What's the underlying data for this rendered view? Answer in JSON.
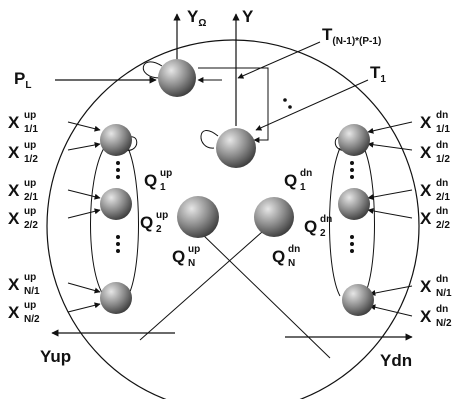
{
  "colors": {
    "node_light": "#e6e6e6",
    "node_dark": "#3a3a3a",
    "ink": "#111111",
    "background": "#ffffff"
  },
  "labels": {
    "y_omega": {
      "main": "Y",
      "sub": "Ω"
    },
    "y": {
      "main": "Y"
    },
    "t_top": {
      "main": "T",
      "sub": "(N-1)*(P-1)"
    },
    "t1": {
      "main": "T",
      "sub": "1"
    },
    "p_l": {
      "main": "P",
      "sub": "L"
    },
    "x_up_11": {
      "main": "X",
      "sup": "up",
      "sub": "1/1"
    },
    "x_up_12": {
      "main": "X",
      "sup": "up",
      "sub": "1/2"
    },
    "x_up_21": {
      "main": "X",
      "sup": "up",
      "sub": "2/1"
    },
    "x_up_22": {
      "main": "X",
      "sup": "up",
      "sub": "2/2"
    },
    "x_up_n1": {
      "main": "X",
      "sup": "up",
      "sub": "N/1"
    },
    "x_up_n2": {
      "main": "X",
      "sup": "up",
      "sub": "N/2"
    },
    "x_dn_11": {
      "main": "X",
      "sup": "dn",
      "sub": "1/1"
    },
    "x_dn_12": {
      "main": "X",
      "sup": "dn",
      "sub": "1/2"
    },
    "x_dn_21": {
      "main": "X",
      "sup": "dn",
      "sub": "2/1"
    },
    "x_dn_22": {
      "main": "X",
      "sup": "dn",
      "sub": "2/2"
    },
    "x_dn_n1": {
      "main": "X",
      "sup": "dn",
      "sub": "N/1"
    },
    "x_dn_n2": {
      "main": "X",
      "sup": "dn",
      "sub": "N/2"
    },
    "q_up_1": {
      "main": "Q",
      "sup": "up",
      "sub": "1"
    },
    "q_up_2": {
      "main": "Q",
      "sup": "up",
      "sub": "2"
    },
    "q_up_n": {
      "main": "Q",
      "sup": "up",
      "sub": "N"
    },
    "q_dn_1": {
      "main": "Q",
      "sup": "dn",
      "sub": "1"
    },
    "q_dn_2": {
      "main": "Q",
      "sup": "dn",
      "sub": "2"
    },
    "q_dn_n": {
      "main": "Q",
      "sup": "dn",
      "sub": "N"
    },
    "y_up": {
      "main": "Yup"
    },
    "y_dn": {
      "main": "Ydn"
    }
  }
}
